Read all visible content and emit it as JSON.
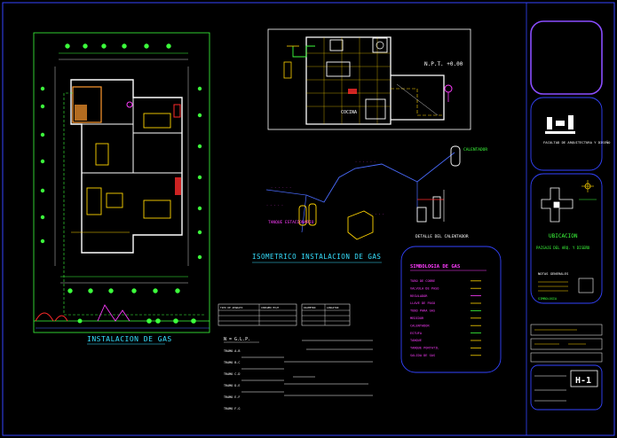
{
  "titles": {
    "plan": "INSTALACION  DE  GAS",
    "isometric": "ISOMETRICO  INSTALACION  DE  GAS",
    "kitchen_level": "N.P.T. +0.00",
    "kitchen_label": "COCINA",
    "heater_label": "CALENTADOR",
    "heater_detail": "DETALLE DEL CALENTADOR",
    "tank_label": "TANQUE ESTACIONARIO",
    "legend_title": "SIMBOLOGIA DE GAS",
    "location_title": "UBICACION",
    "faculty": "FACULTAD DE ARQUITECTURA Y DISEÑO",
    "faculty_sub": "PAISAJE DEL ARQ. Y DISEÑO",
    "notes": "NOTAS  GENERALES",
    "symbology": "SIMBOLOGIA",
    "sheet_code": "H-1",
    "calc_heading": "N = G.L.P."
  },
  "legend_items": [
    "TUBO DE COBRE",
    "VALVULA DE PASO",
    "REGULADOR",
    "LLAVE DE PASO",
    "TUBO PARA GAS",
    "MEDIDOR",
    "CALENTADOR",
    "ESTUFA",
    "TANQUE",
    "TANQUE PORTATIL",
    "SALIDA DE GAS"
  ],
  "calc_lines": [
    "TRAMO A-B",
    "TRAMO B-C",
    "TRAMO C-D",
    "TRAMO D-E",
    "TRAMO E-F",
    "TRAMO F-G"
  ],
  "table_headers": [
    "TIPO DE APARATO",
    "CONSUMO M3/H",
    "DIAMETRO",
    "LONGITUD"
  ],
  "colors": {
    "wall": "#ffffff",
    "gas_line": "#4a6cff",
    "accent_yellow": "#ffd400",
    "accent_orange": "#ff9a2e",
    "accent_magenta": "#ff3cff",
    "frame_blue": "#3344ff",
    "purple": "#8a4dff",
    "green": "#3cff3c",
    "red": "#ff2a2a",
    "cyan": "#36e0ff"
  }
}
